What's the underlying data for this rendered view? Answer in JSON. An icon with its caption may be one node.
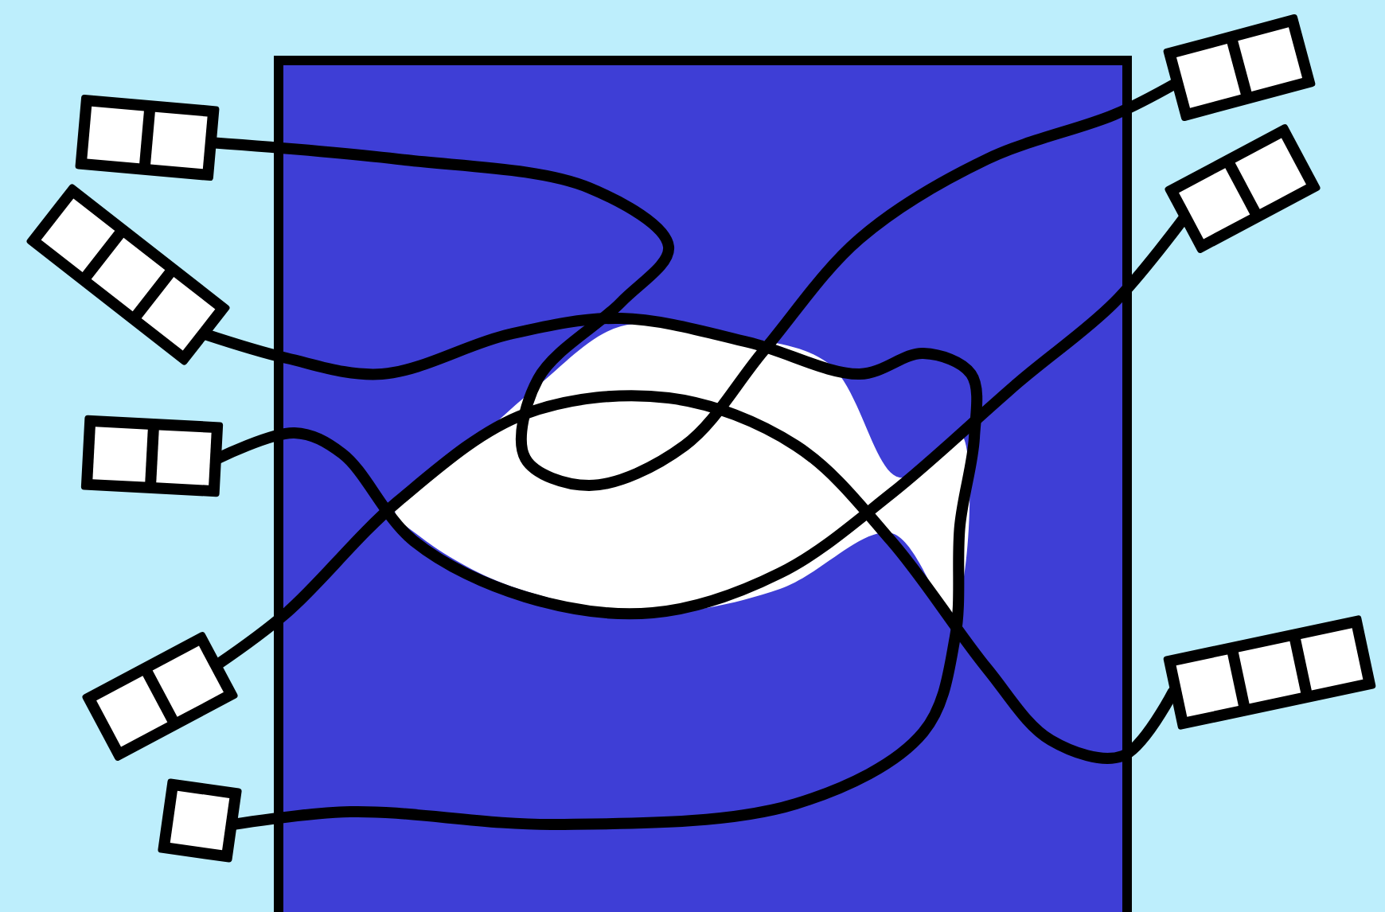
{
  "diagram": {
    "nodes": [
      {
        "text": [],
        "shape": "box"
      },
      {
        "text": [],
        "shape": "box"
      },
      {
        "text": [],
        "shape": "box"
      },
      {
        "text": [],
        "shape": "box"
      },
      {
        "text": [],
        "shape": "box"
      },
      {
        "text": [],
        "shape": "box"
      },
      {
        "text": [],
        "shape": "box"
      },
      {
        "text": [],
        "shape": "box"
      }
    ],
    "edges": [
      {
        "from": 0,
        "to": 5,
        "arrow": "none"
      },
      {
        "from": 1,
        "to": 4,
        "arrow": "none"
      },
      {
        "from": 2,
        "to": 6,
        "arrow": "none"
      },
      {
        "from": 3,
        "to": 7,
        "arrow": "none"
      }
    ]
  }
}
